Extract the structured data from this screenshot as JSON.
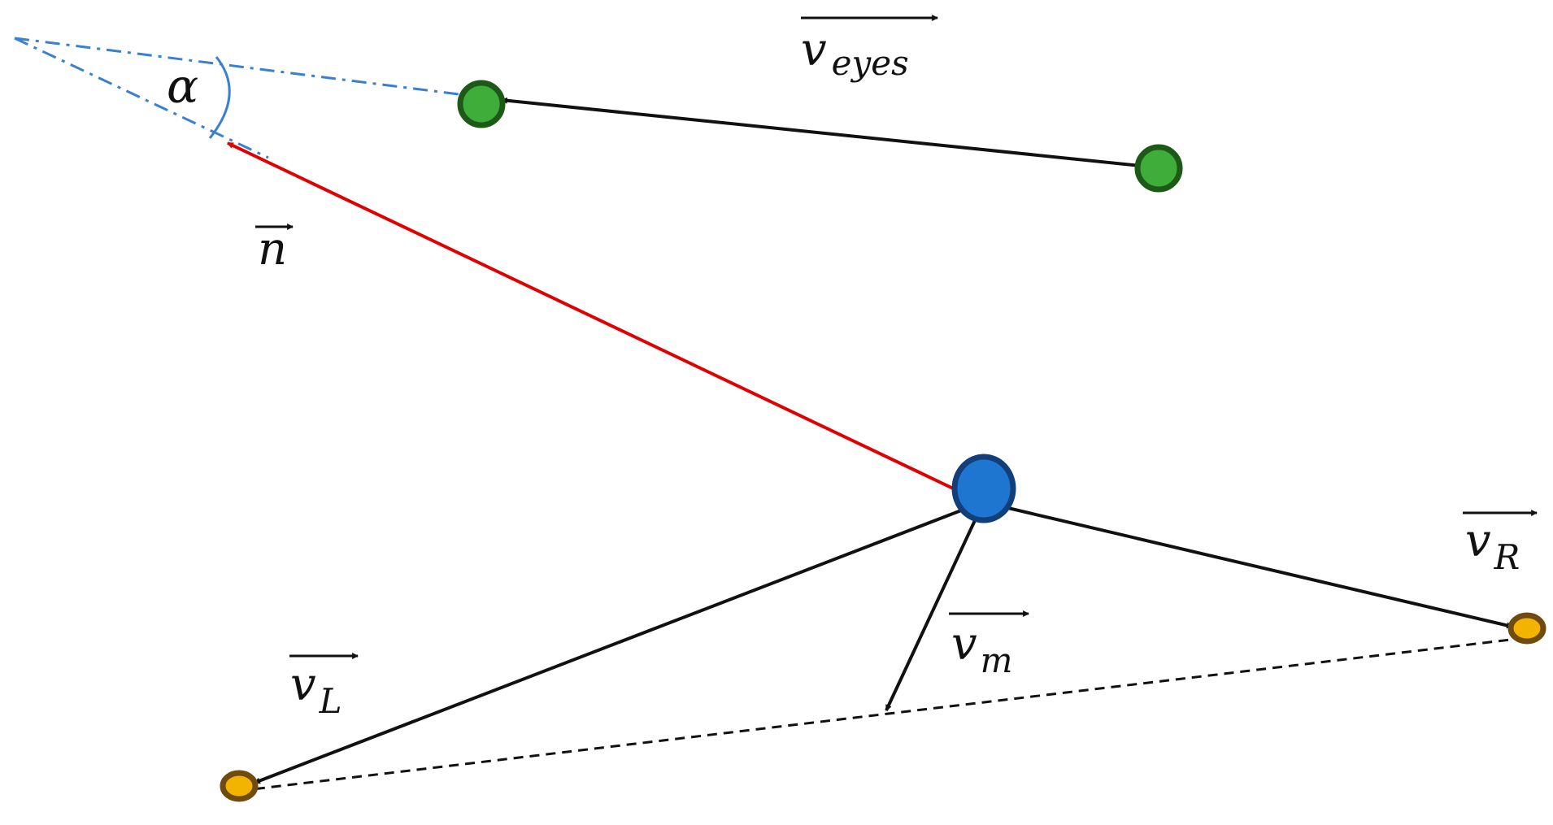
{
  "labels": {
    "alpha": "α",
    "n": "n",
    "v_eyes_main": "v",
    "v_eyes_sub": "eyes",
    "v_r_main": "v",
    "v_r_sub": "R",
    "v_m_main": "v",
    "v_m_sub": "m",
    "v_l_main": "v",
    "v_l_sub": "L"
  },
  "colors": {
    "background": "#ffffff",
    "eye_point_fill": "#3fad3a",
    "eye_point_stroke": "#1d5a17",
    "center_point_fill": "#1f76d0",
    "center_point_stroke": "#123f7a",
    "mouth_point_fill": "#f2b400",
    "mouth_point_stroke": "#6f4b10",
    "normal_vector": "#e00000",
    "vector": "#111111",
    "angle_lines": "#3a7fd0"
  }
}
